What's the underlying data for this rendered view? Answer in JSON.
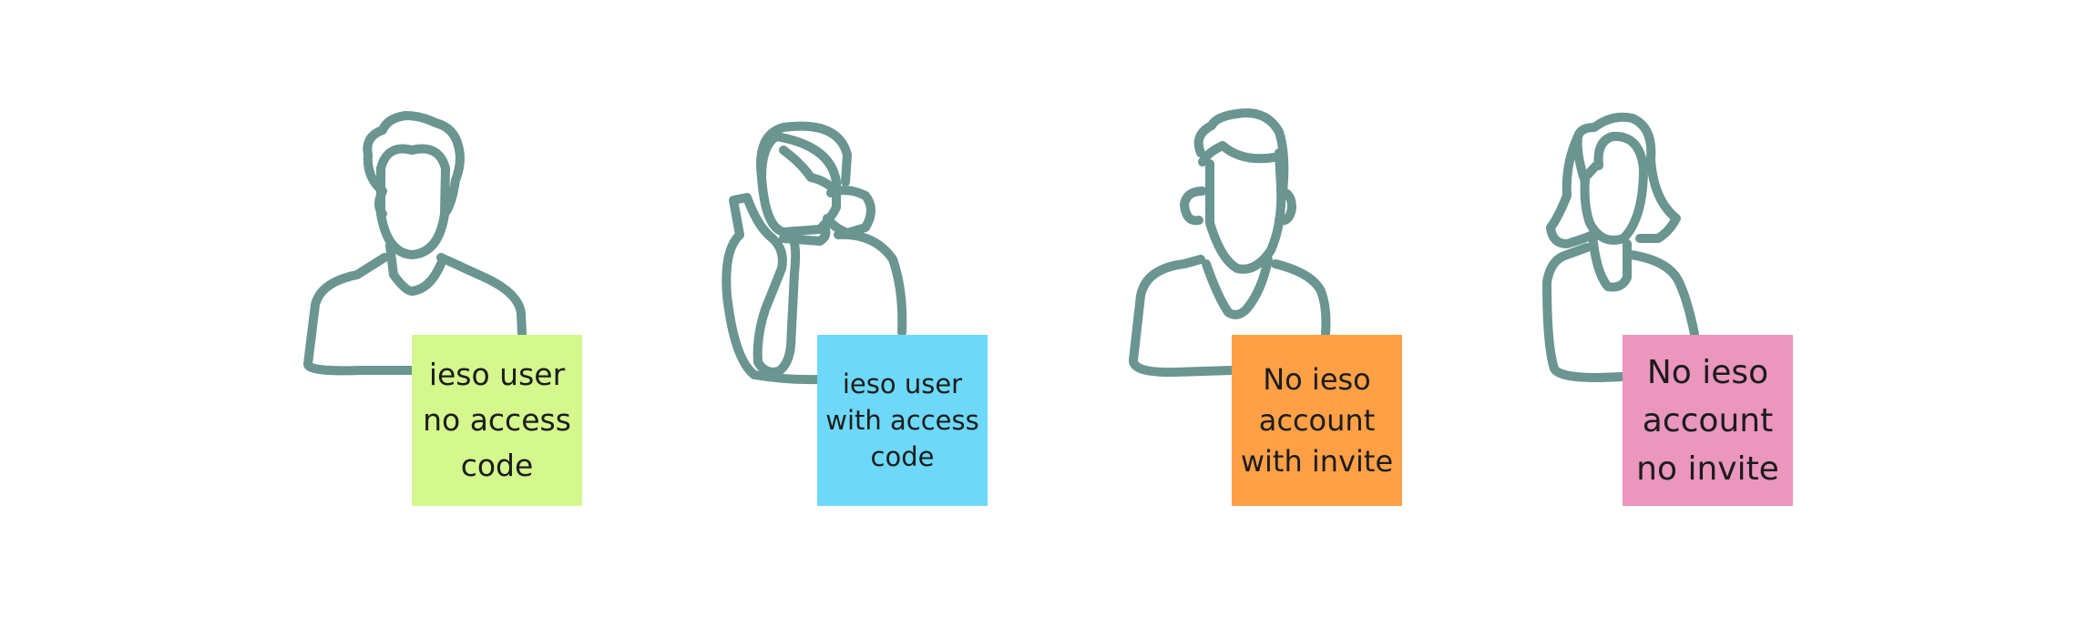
{
  "colors": {
    "outline": "#6a9590",
    "note_green": "#d4f78e",
    "note_blue": "#6dd8f7",
    "note_orange": "#ffa046",
    "note_pink": "#ea96bd"
  },
  "personas": [
    {
      "icon": "curly-hair-man-icon",
      "note": "ieso user\nno access\ncode",
      "note_color": "#d4f78e"
    },
    {
      "icon": "woman-on-phone-icon",
      "note": "ieso user\nwith access\ncode",
      "note_color": "#6dd8f7"
    },
    {
      "icon": "man-icon",
      "note": "No ieso\naccount\nwith invite",
      "note_color": "#ffa046"
    },
    {
      "icon": "long-hair-woman-icon",
      "note": "No ieso\naccount\nno invite",
      "note_color": "#ea96bd"
    }
  ]
}
